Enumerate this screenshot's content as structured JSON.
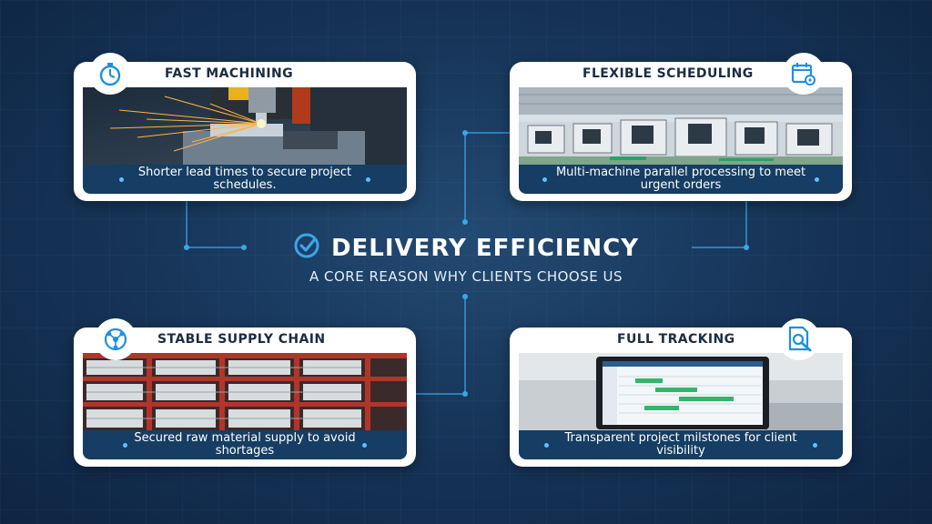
{
  "headline": {
    "title": "DELIVERY EFFICIENCY",
    "subtitle": "A CORE REASON WHY CLIENTS CHOOSE US",
    "icon": "checkmark-circle-icon"
  },
  "cards": {
    "fast": {
      "title": "FAST MACHINING",
      "caption": "Shorter lead times to secure project schedules.",
      "icon": "stopwatch-icon",
      "photo": "cnc-machining-sparks-photo"
    },
    "flexible": {
      "title": "FLEXIBLE SCHEDULING",
      "caption": "Multi-machine parallel processing to meet urgent orders",
      "icon": "calendar-gear-icon",
      "photo": "factory-machines-photo"
    },
    "supply": {
      "title": "STABLE SUPPLY CHAIN",
      "caption": "Secured raw material supply to avoid shortages",
      "icon": "supply-network-icon",
      "photo": "metal-bar-racks-photo"
    },
    "tracking": {
      "title": "FULL TRACKING",
      "caption": "Transparent project milstones for client visibility",
      "icon": "document-search-icon",
      "photo": "tablet-dashboard-photo"
    }
  },
  "colors": {
    "background": "#17365a",
    "accent": "#3aa6ea",
    "caption_bg": "#163d63",
    "card_bg": "#ffffff"
  }
}
